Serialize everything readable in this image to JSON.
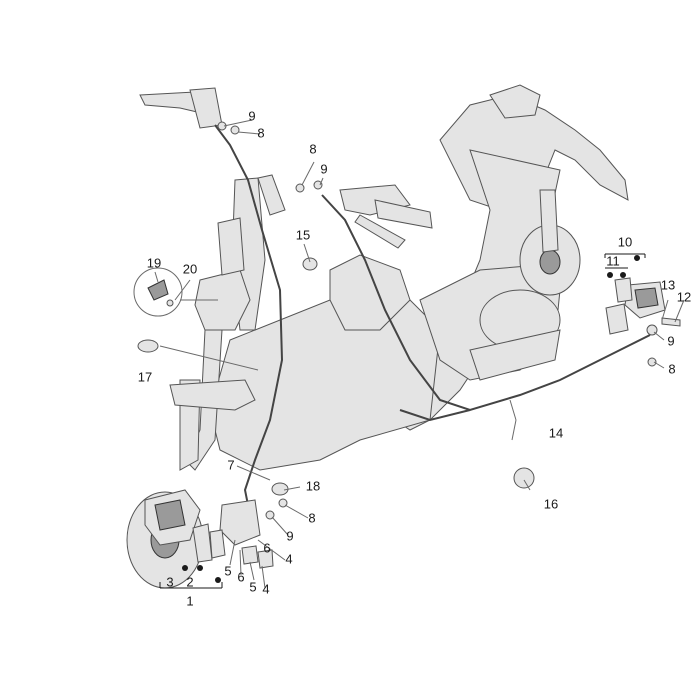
{
  "diagram": {
    "callouts": {
      "c1": "1",
      "c2": "2",
      "c3": "3",
      "c4a": "4",
      "c4b": "4",
      "c5a": "5",
      "c5b": "5",
      "c6a": "6",
      "c6b": "6",
      "c7": "7",
      "c8a": "8",
      "c8b": "8",
      "c8c": "8",
      "c8d": "8",
      "c9a": "9",
      "c9b": "9",
      "c9c": "9",
      "c9d": "9",
      "c10": "10",
      "c11": "11",
      "c12": "12",
      "c13": "13",
      "c14": "14",
      "c15": "15",
      "c16": "16",
      "c17": "17",
      "c18": "18",
      "c19": "19",
      "c20": "20"
    },
    "colors": {
      "line": "#6a6a6a",
      "part_fill": "#e4e4e4",
      "part_dark": "#9a9a9a",
      "text": "#1a1a1a"
    }
  }
}
